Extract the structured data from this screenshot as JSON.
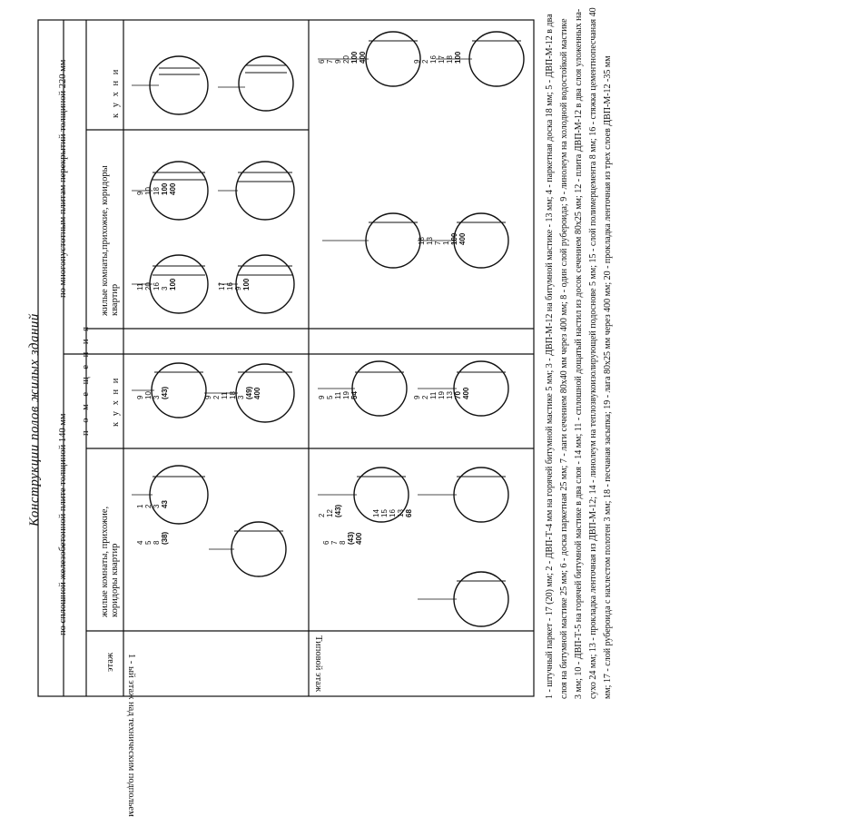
{
  "title": "Конструкции полов жилых зданий",
  "headers": {
    "solid_slab": "по сплошной железобетонной плите толщиной 140 мм",
    "hollow_slab": "по многопустотным плитам перекрытий толщиной 220 мм",
    "premises": "п о м е щ е н и я",
    "floor": "этаж",
    "living": "жилые комнаты, прихожие, коридоры квартир",
    "kitchens": "к у х н и",
    "living_2": "жилые комнаты,прихожие, коридоры квартир",
    "kitchens_2": "к у х н и"
  },
  "rows": {
    "first_floor": "1 - ый этаж над техническим подпольем",
    "typical_floor": "Типовой этаж"
  },
  "legend": [
    "1 - штучный паркет - 17 (20) мм; 2 - ДВП-Т-4  мм на горячей битумной мастике 5 мм; 3 - ДВП-М-12 на битумной мастике  - 13 мм; 4 - паркетная доска 18 мм; 5 - ДВП-М-12 в два",
    "слоя на битумной мастике 25 мм;  6 - доска паркетная 25 мм;  7 - лаги сечением 80х40 мм через 400 мм; 8 - один слой рубероида; 9 - линолеум на холодной водостойкой мастике",
    "3 мм; 10 - ДВП-Т-5 на горячей битумной мастике в  два слоя - 14 мм; 11 - сплошной дощатый настил из досок сечением 80х25 мм; 12 - плита ДВП-М-12 в два слоя уложенных на-",
    "сухо 24 мм; 13 - прокладка ленточная из ДВП-М-12; 14 - линолеум на теплозвукоизолирующей  подоснове 5 мм; 15 - слой полимерцемента 8 мм; 16 - стяжка цементнопесчаная  40",
    "мм; 17 - слой рубероида с нахлестом полотен 3 мм; 18 - песчаная засыпка; 19 - лага 80х25 мм через 400 мм; 20 - прокладка ленточная из трех слоев  ДВП-М-12 -35 мм"
  ],
  "details": [
    {
      "labels": [
        "1",
        "2",
        "3"
      ],
      "dims": [
        "43"
      ]
    },
    {
      "labels": [
        "4",
        "5",
        "8"
      ],
      "dims": [
        "(38)"
      ]
    },
    {
      "labels": [
        "9",
        "10",
        "3"
      ],
      "dims": [
        "(43)"
      ]
    },
    {
      "labels": [
        "9",
        "2",
        "11",
        "18",
        "3"
      ],
      "dims": [
        "(49)",
        "400"
      ]
    },
    {
      "labels": [
        "11",
        "20",
        "16",
        "3"
      ],
      "dims": [
        "100"
      ]
    },
    {
      "labels": [
        "17",
        "16",
        "9"
      ],
      "dims": [
        "100"
      ]
    },
    {
      "labels": [
        "9",
        "10",
        "18"
      ],
      "dims": [
        "100",
        "400"
      ]
    },
    {
      "labels": [
        "2",
        "12"
      ],
      "dims": [
        "(43)"
      ]
    },
    {
      "labels": [
        "6",
        "7",
        "8"
      ],
      "dims": [
        "(43)",
        "400"
      ]
    },
    {
      "labels": [
        "14",
        "15",
        "16",
        "13"
      ],
      "dims": [
        "68"
      ]
    },
    {
      "labels": [
        "9",
        "5",
        "11",
        "19"
      ],
      "dims": [
        "54"
      ]
    },
    {
      "labels": [
        "9",
        "2",
        "11",
        "19",
        "13"
      ],
      "dims": [
        "70",
        "400"
      ]
    },
    {
      "labels": [
        "6",
        "7",
        "9",
        "20"
      ],
      "dims": [
        "100",
        "400"
      ]
    },
    {
      "labels": [
        "9",
        "2",
        "16",
        "17",
        "18"
      ],
      "dims": [
        "100"
      ]
    },
    {
      "labels": [
        "18",
        "13",
        "7",
        "1"
      ],
      "dims": [
        "100",
        "400"
      ]
    }
  ]
}
